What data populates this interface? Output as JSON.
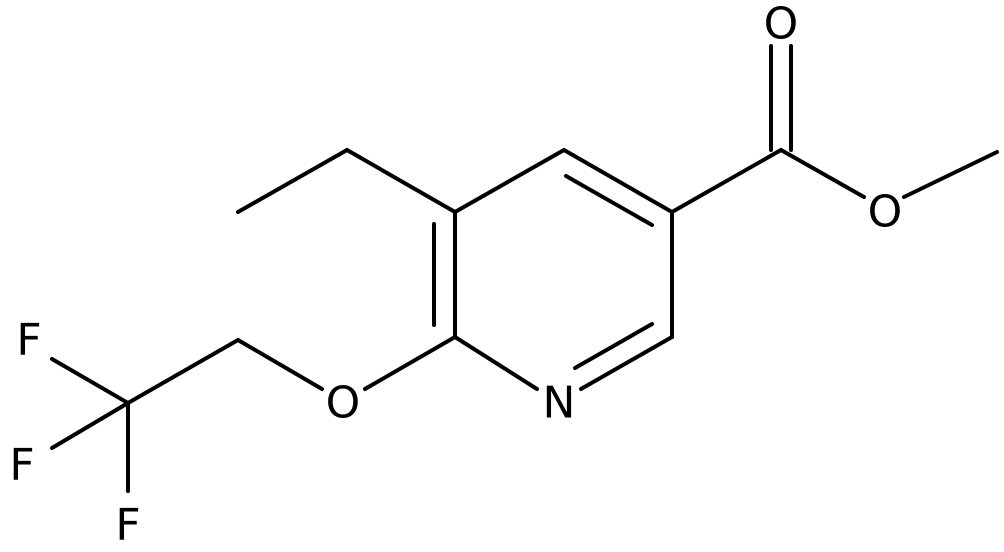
{
  "molecule": {
    "atom_labels": {
      "carbonyl_oxygen": "O",
      "ester_oxygen": "O",
      "ether_oxygen": "O",
      "ring_nitrogen": "N",
      "fluorine_top": "F",
      "fluorine_middle": "F",
      "fluorine_bottom": "F"
    }
  },
  "colors": {
    "bond": "#000000",
    "label": "#000000",
    "background": "#ffffff"
  }
}
